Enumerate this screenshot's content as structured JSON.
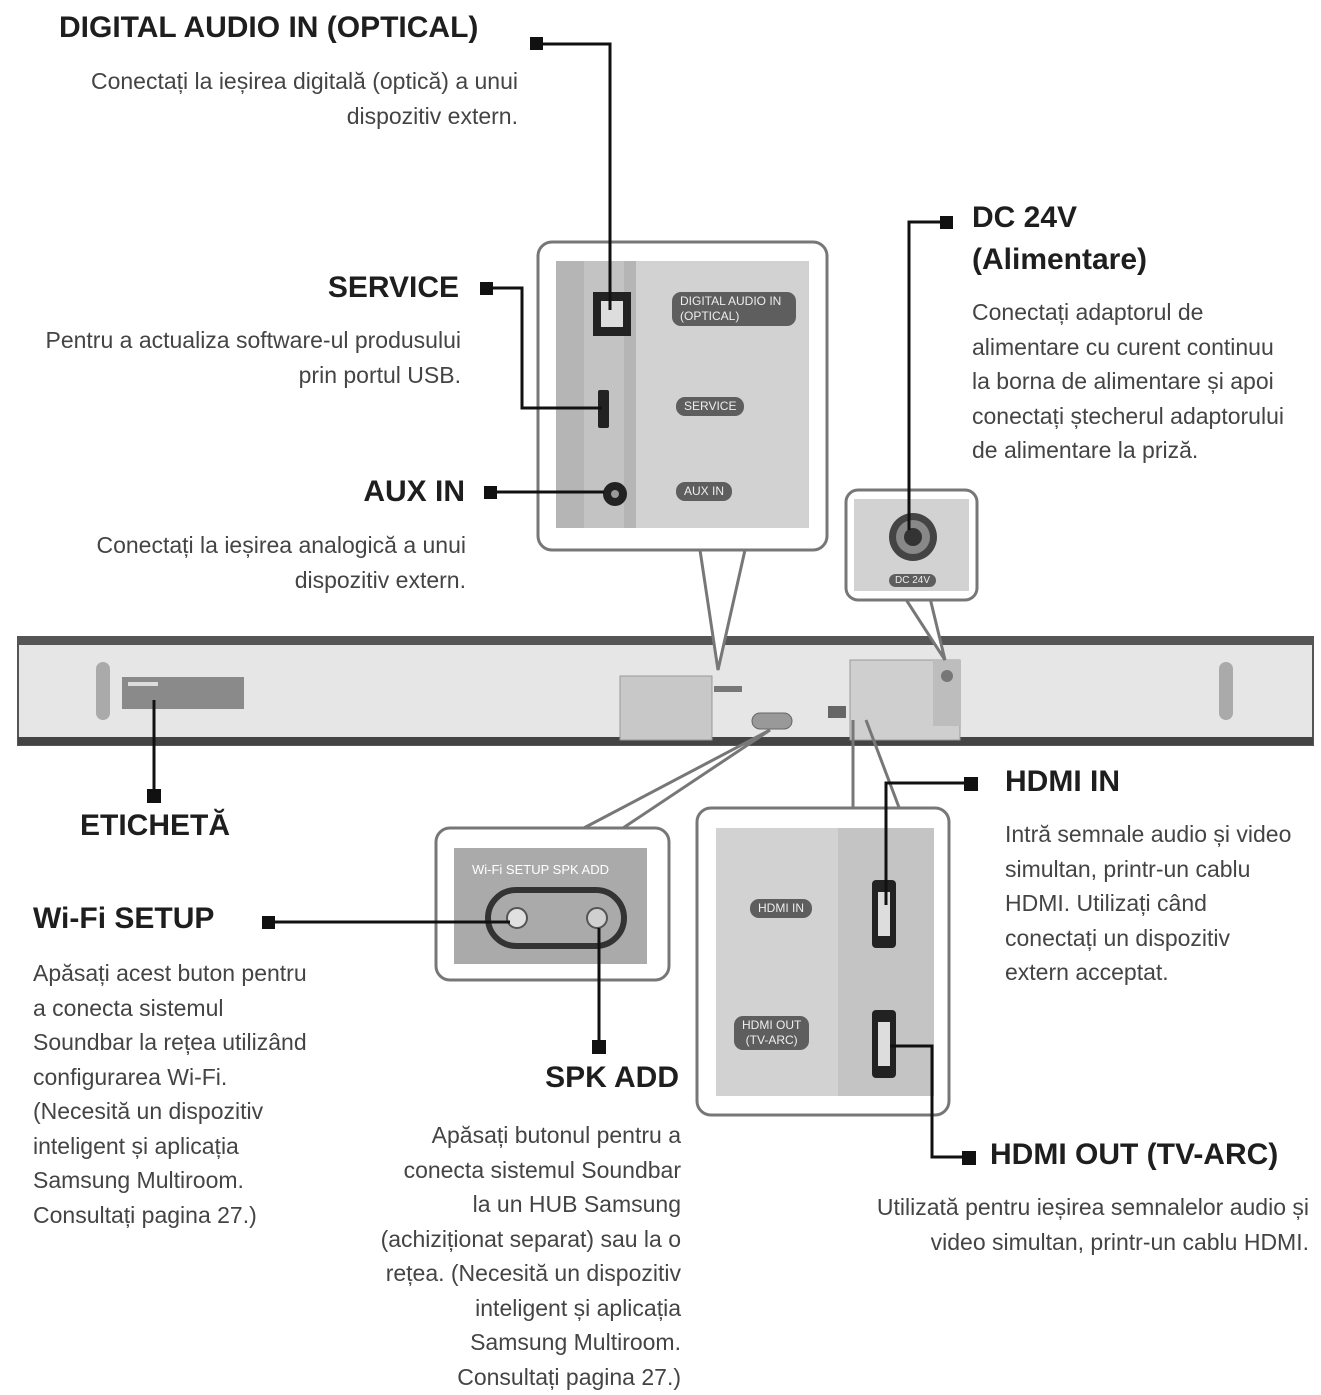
{
  "callouts": {
    "digital_audio_in": {
      "title": "DIGITAL AUDIO IN (OPTICAL)",
      "desc": "Conectați la ieșirea digitală (optică) a unui\ndispozitiv extern."
    },
    "service": {
      "title": "SERVICE",
      "desc": "Pentru a actualiza software-ul produsului\nprin portul USB."
    },
    "aux_in": {
      "title": "AUX IN",
      "desc": "Conectați la ieșirea analogică a unui\ndispozitiv extern."
    },
    "dc_24v": {
      "title_line1": "DC 24V",
      "title_line2": "(Alimentare)",
      "desc": "Conectați adaptorul de\nalimentare cu curent continuu\nla borna de alimentare și apoi\nconectați ștecherul adaptorului\nde alimentare la priză."
    },
    "eticheta": {
      "title": "ETICHETĂ"
    },
    "hdmi_in": {
      "title": "HDMI IN",
      "desc": "Intră semnale audio și video\nsimultan, printr-un cablu\nHDMI. Utilizați când\nconectați un dispozitiv\nextern acceptat."
    },
    "wifi_setup": {
      "title": "Wi-Fi SETUP",
      "desc": "Apăsați acest buton pentru\na conecta sistemul\nSoundbar la rețea utilizând\nconfigurarea Wi-Fi.\n(Necesită un dispozitiv\ninteligent și aplicația\nSamsung Multiroom.\nConsultați pagina 27.)"
    },
    "spk_add": {
      "title": "SPK ADD",
      "desc": "Apăsați butonul pentru a\nconecta sistemul Soundbar\nla un HUB Samsung\n(achiziționat separat) sau la o\nrețea. (Necesită un dispozitiv\ninteligent și aplicația\nSamsung Multiroom.\nConsultați pagina 27.)"
    },
    "hdmi_out": {
      "title": "HDMI OUT (TV-ARC)",
      "desc": "Utilizată pentru ieșirea semnalelor audio și\nvideo simultan, printr-un cablu HDMI."
    }
  },
  "panel_labels": {
    "digital_audio_in": "DIGITAL AUDIO IN\n(OPTICAL)",
    "service": "SERVICE",
    "aux_in": "AUX IN",
    "dc_24v": "DC 24V",
    "wifi_spk": "Wi-Fi SETUP SPK ADD",
    "hdmi_in": "HDMI IN",
    "hdmi_out": "HDMI OUT\n(TV-ARC)"
  }
}
